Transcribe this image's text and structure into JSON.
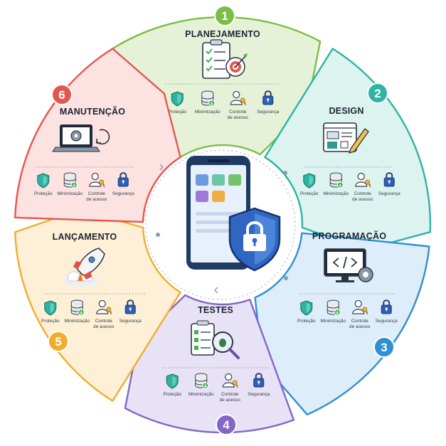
{
  "colors": {
    "planejamento": {
      "fill": "#e6f2d8",
      "stroke": "#7cbd45"
    },
    "design": {
      "fill": "#dcf3ef",
      "stroke": "#2fb3a3"
    },
    "programacao": {
      "fill": "#ddeefa",
      "stroke": "#2f8fd2"
    },
    "testes": {
      "fill": "#e8e2f6",
      "stroke": "#8366c8"
    },
    "lancamento": {
      "fill": "#fdf0d6",
      "stroke": "#f0ad2c"
    },
    "manutencao": {
      "fill": "#fce2e0",
      "stroke": "#e65650"
    }
  },
  "features": [
    "Proteção",
    "Minimização",
    "Controle de acesso",
    "Segurança"
  ],
  "stages": [
    {
      "key": "planejamento",
      "number": "1",
      "title": "PLANEJAMENTO",
      "icon": "planning-checklist-target-icon"
    },
    {
      "key": "design",
      "number": "2",
      "title": "DESIGN",
      "icon": "design-wireframe-pencil-icon"
    },
    {
      "key": "programacao",
      "number": "3",
      "title": "PROGRAMAÇÃO",
      "icon": "code-monitor-gear-icon"
    },
    {
      "key": "testes",
      "number": "4",
      "title": "TESTES",
      "icon": "testing-checklist-bug-icon"
    },
    {
      "key": "lancamento",
      "number": "5",
      "title": "LANÇAMENTO",
      "icon": "launch-rocket-icon"
    },
    {
      "key": "manutencao",
      "number": "6",
      "title": "MANUTENÇÃO",
      "icon": "maintenance-laptop-sync-icon"
    }
  ],
  "center": {
    "icon": "smartphone-security-shield-lock-icon"
  }
}
